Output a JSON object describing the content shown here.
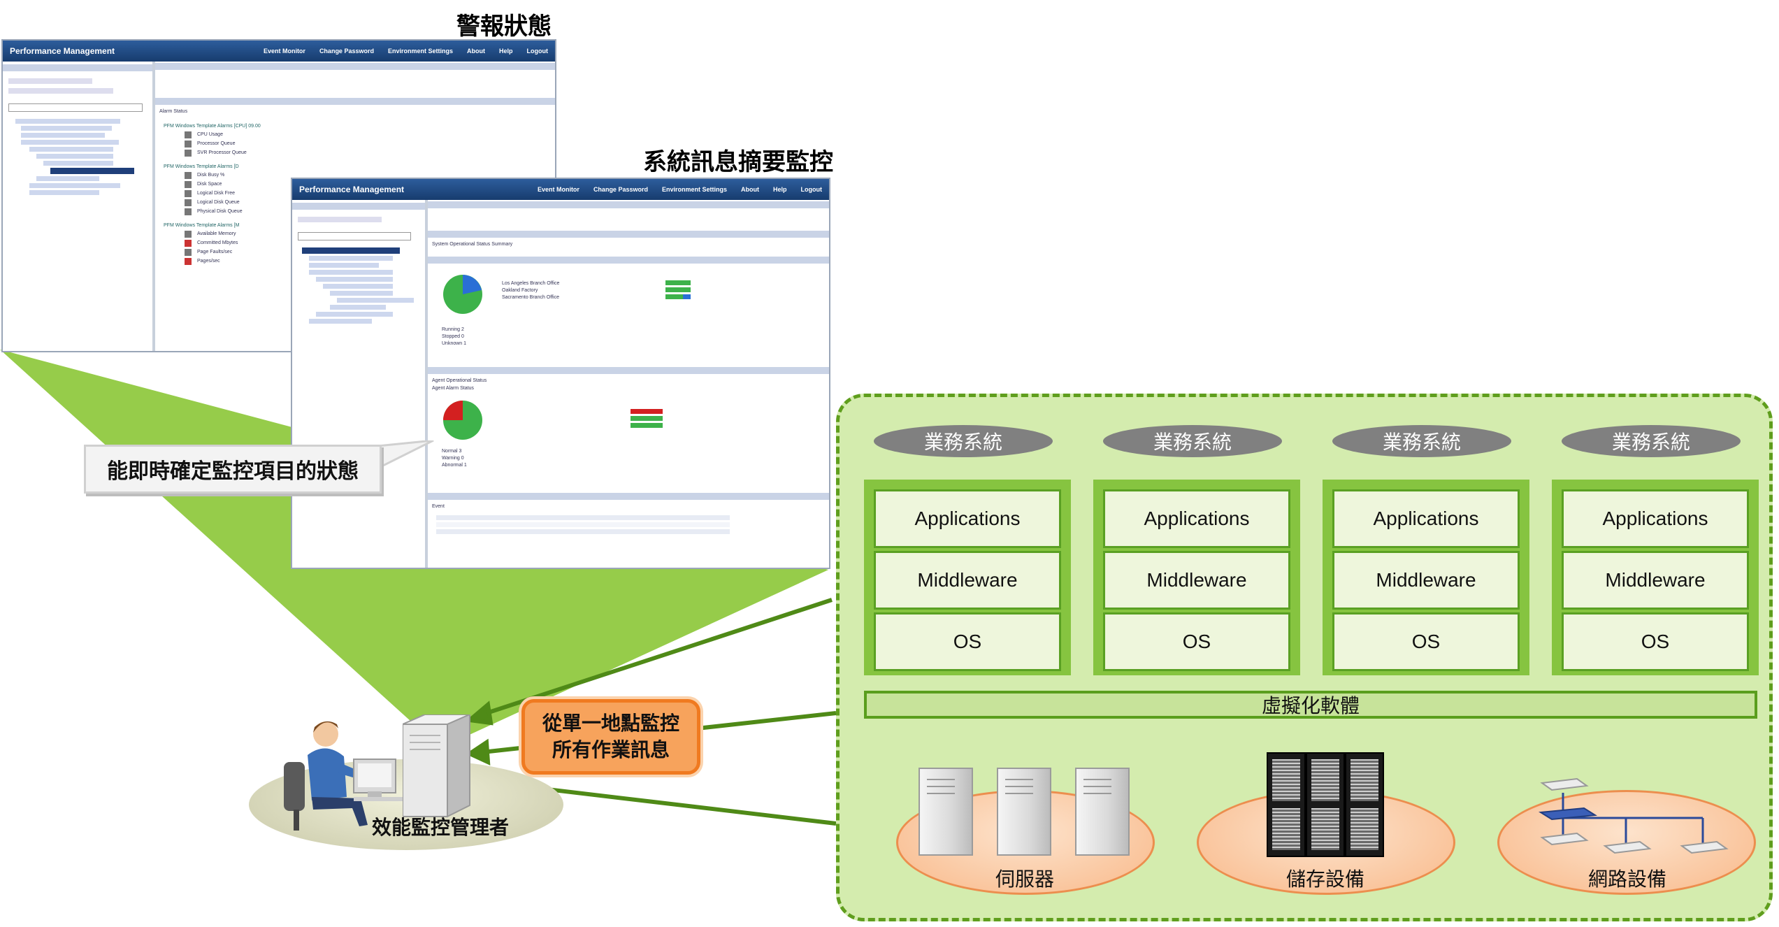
{
  "titles": {
    "alert_status": "警報狀態",
    "summary_monitor": "系統訊息摘要監控"
  },
  "callout": {
    "realtime": "能即時確定監控項目的狀態"
  },
  "central": {
    "line1": "從單一地點監控",
    "line2": "所有作業訊息"
  },
  "admin": {
    "label": "效能監控管理者"
  },
  "business_systems": [
    {
      "label": "業務系統",
      "layers": [
        "Applications",
        "Middleware",
        "OS"
      ]
    },
    {
      "label": "業務系統",
      "layers": [
        "Applications",
        "Middleware",
        "OS"
      ]
    },
    {
      "label": "業務系統",
      "layers": [
        "Applications",
        "Middleware",
        "OS"
      ]
    },
    {
      "label": "業務系統",
      "layers": [
        "Applications",
        "Middleware",
        "OS"
      ]
    }
  ],
  "virtualization": "虛擬化軟體",
  "infrastructure": {
    "servers": "伺服器",
    "storage": "儲存設備",
    "network": "網路設備"
  },
  "screenshot1": {
    "app_title": "Performance Management",
    "nav": [
      "Event Monitor",
      "Change Password",
      "Environment Settings",
      "About",
      "Help",
      "Logout"
    ],
    "section": "Alarm Status",
    "groups": [
      "PFM Windows Template Alarms [CPU] 09.00",
      "PFM Windows Template Alarms [D",
      "PFM Windows Template Alarms [M"
    ],
    "items": [
      "CPU Usage",
      "Processor Queue",
      "SVR Processor Queue",
      "Disk Busy %",
      "Disk Space",
      "Logical Disk Free",
      "Logical Disk Queue",
      "Physical Disk Queue",
      "Available Memory",
      "Committed Mbytes",
      "Page Faults/sec",
      "Pages/sec"
    ]
  },
  "screenshot2": {
    "app_title": "Performance Management",
    "nav": [
      "Event Monitor",
      "Change Password",
      "Environment Settings",
      "About",
      "Help",
      "Logout"
    ],
    "section1": "System Operational Status Summary",
    "section2": "Agent Operational Status",
    "section3": "Agent Alarm Status",
    "section4": "Event",
    "branches": [
      "Los Angeles Branch Office",
      "Oakland Factory",
      "Sacramento Branch Office"
    ],
    "legend1": [
      "Running 2",
      "Stopped 0",
      "Unknown 1"
    ],
    "legend2": [
      "Normal 3",
      "Warning 0",
      "Abnormal 1"
    ]
  },
  "colors": {
    "green_area": "#d4ecae",
    "green_border": "#5f9e1d",
    "stack_green": "#86c440",
    "orange": "#f7a35c",
    "biz_gray": "#808080"
  }
}
